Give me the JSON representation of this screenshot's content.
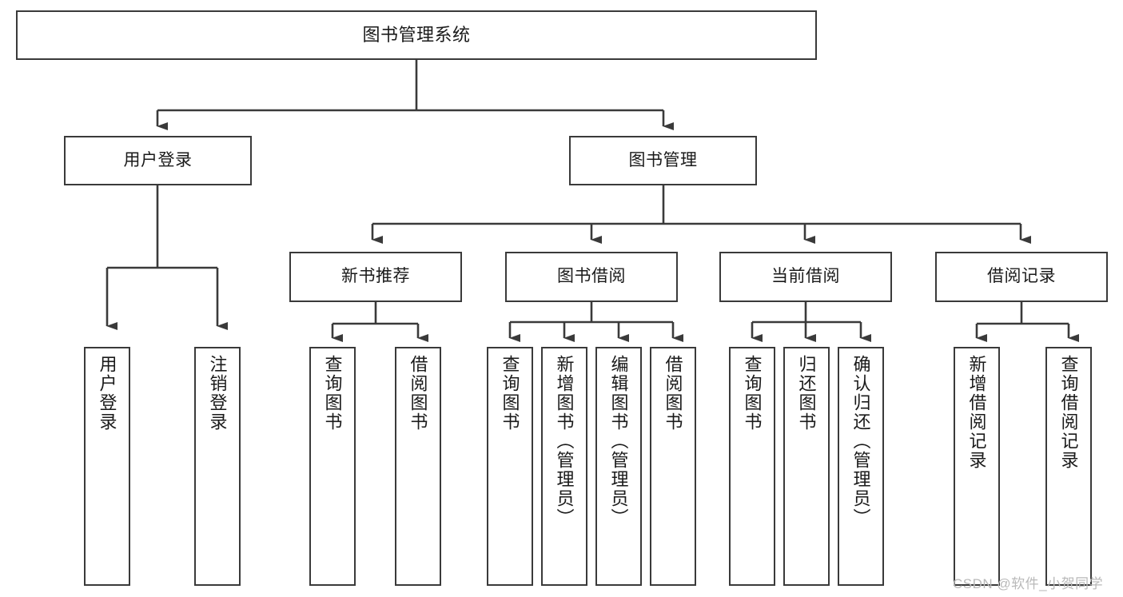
{
  "diagram": {
    "title": "图书管理系统",
    "type": "hierarchy-tree",
    "colors": {
      "box_border": "#3a3a3a",
      "box_fill": "#ffffff",
      "connector": "#3a3a3a",
      "text": "#1a1a1a",
      "watermark": "#b9b9b9"
    },
    "levels": {
      "level1": [
        {
          "id": "root",
          "label": "图书管理系统"
        }
      ],
      "level2": [
        {
          "id": "user-login",
          "label": "用户登录"
        },
        {
          "id": "book-manage",
          "label": "图书管理"
        }
      ],
      "level3": [
        {
          "id": "new-book-recommend",
          "label": "新书推荐"
        },
        {
          "id": "book-borrow",
          "label": "图书借阅"
        },
        {
          "id": "current-borrow",
          "label": "当前借阅"
        },
        {
          "id": "borrow-record",
          "label": "借阅记录"
        }
      ],
      "level4": [
        {
          "id": "leaf-user-login",
          "label": "用户登录",
          "parent": "user-login"
        },
        {
          "id": "leaf-logout-login",
          "label": "注销登录",
          "parent": "user-login"
        },
        {
          "id": "leaf-query-book-1",
          "label": "查询图书",
          "parent": "new-book-recommend"
        },
        {
          "id": "leaf-borrow-book-1",
          "label": "借阅图书",
          "parent": "new-book-recommend"
        },
        {
          "id": "leaf-query-book-2",
          "label": "查询图书",
          "parent": "book-borrow"
        },
        {
          "id": "leaf-add-book",
          "label": "新增图书（管理员）",
          "parent": "book-borrow"
        },
        {
          "id": "leaf-edit-book",
          "label": "编辑图书（管理员）",
          "parent": "book-borrow"
        },
        {
          "id": "leaf-borrow-book-2",
          "label": "借阅图书",
          "parent": "book-borrow"
        },
        {
          "id": "leaf-query-book-3",
          "label": "查询图书",
          "parent": "current-borrow"
        },
        {
          "id": "leaf-return-book",
          "label": "归还图书",
          "parent": "current-borrow"
        },
        {
          "id": "leaf-confirm-return",
          "label": "确认归还（管理员）",
          "parent": "current-borrow"
        },
        {
          "id": "leaf-add-record",
          "label": "新增借阅记录",
          "parent": "borrow-record"
        },
        {
          "id": "leaf-query-record",
          "label": "查询借阅记录",
          "parent": "borrow-record"
        }
      ]
    }
  },
  "watermark": {
    "text": "CSDN @软件_小贺同学"
  }
}
